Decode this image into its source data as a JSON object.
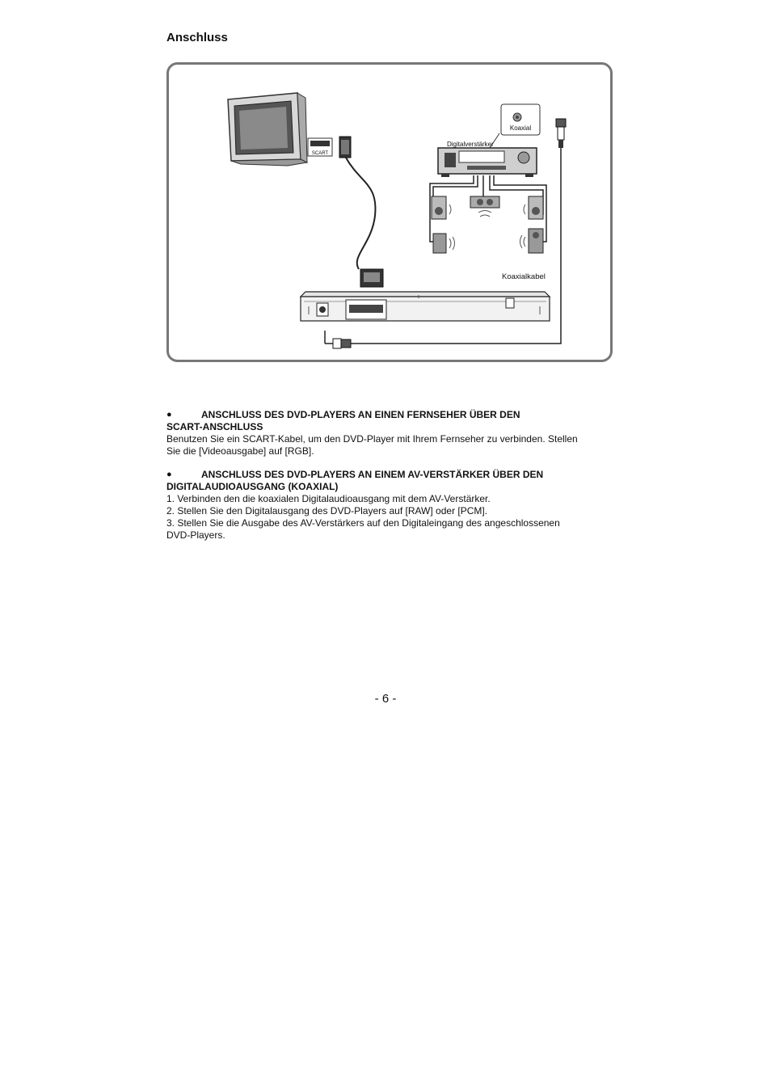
{
  "page": {
    "title": "Anschluss",
    "page_number": "- 6 -"
  },
  "figure": {
    "labels": {
      "scart": "SCART",
      "coaxial": "Koaxial",
      "amplifier": "Digitalverstärker",
      "coaxial_cable": "Koaxialkabel"
    }
  },
  "sections": [
    {
      "bullet": "●",
      "heading_line1": "ANSCHLUSS DES DVD-PLAYERS AN EINEN FERNSEHER ÜBER DEN",
      "heading_line2": "SCART-ANSCHLUSS",
      "body": [
        "Benutzen Sie ein SCART-Kabel, um den DVD-Player mit Ihrem Fernseher zu verbinden. Stellen",
        "Sie die [Videoausgabe] auf [RGB]."
      ]
    },
    {
      "bullet": "●",
      "heading_line1": "ANSCHLUSS DES DVD-PLAYERS AN EINEM AV-VERSTÄRKER ÜBER DEN",
      "heading_line2": "DIGITALAUDIOAUSGANG (KOAXIAL)",
      "body": [
        "1. Verbinden den die koaxialen Digitalaudioausgang mit dem AV-Verstärker.",
        "2. Stellen Sie den Digitalausgang des DVD-Players auf [RAW] oder [PCM].",
        "3. Stellen Sie die Ausgabe des AV-Verstärkers auf den Digitaleingang des angeschlossenen",
        "DVD-Players."
      ]
    }
  ]
}
